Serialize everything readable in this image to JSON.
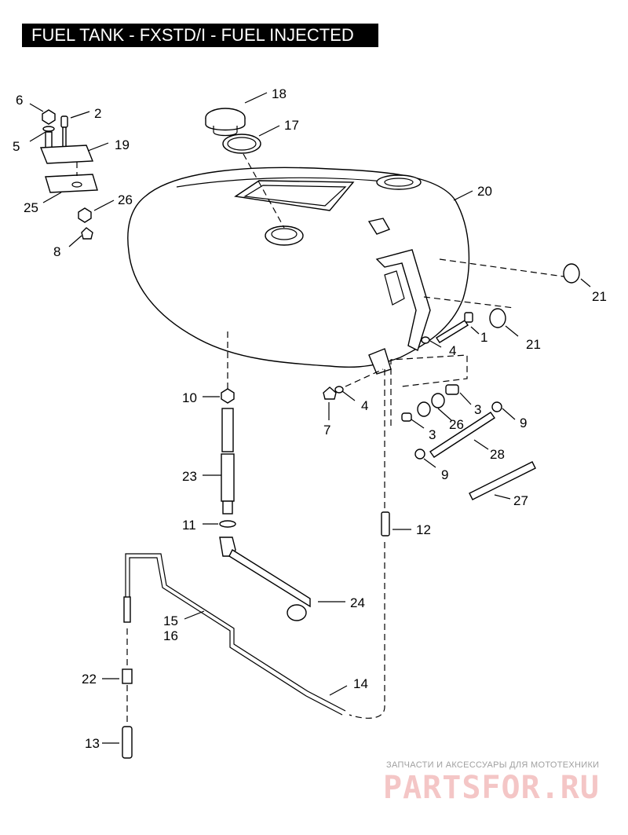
{
  "title": "FUEL TANK - FXSTD/I - FUEL INJECTED",
  "callouts": {
    "c1": "1",
    "c2": "2",
    "c3a": "3",
    "c3b": "3",
    "c4a": "4",
    "c4b": "4",
    "c5": "5",
    "c6": "6",
    "c7": "7",
    "c8": "8",
    "c9a": "9",
    "c9b": "9",
    "c10": "10",
    "c11": "11",
    "c12": "12",
    "c13": "13",
    "c14": "14",
    "c15": "15",
    "c16": "16",
    "c17": "17",
    "c18": "18",
    "c19": "19",
    "c20": "20",
    "c21a": "21",
    "c21b": "21",
    "c22": "22",
    "c23": "23",
    "c24": "24",
    "c25": "25",
    "c26a": "26",
    "c26b": "26",
    "c27": "27",
    "c28": "28"
  },
  "watermark": {
    "tagline": "ЗАПЧАСТИ И АКСЕССУАРЫ ДЛЯ МОТОТЕХНИКИ",
    "brand": "PARTSFOR.RU"
  }
}
